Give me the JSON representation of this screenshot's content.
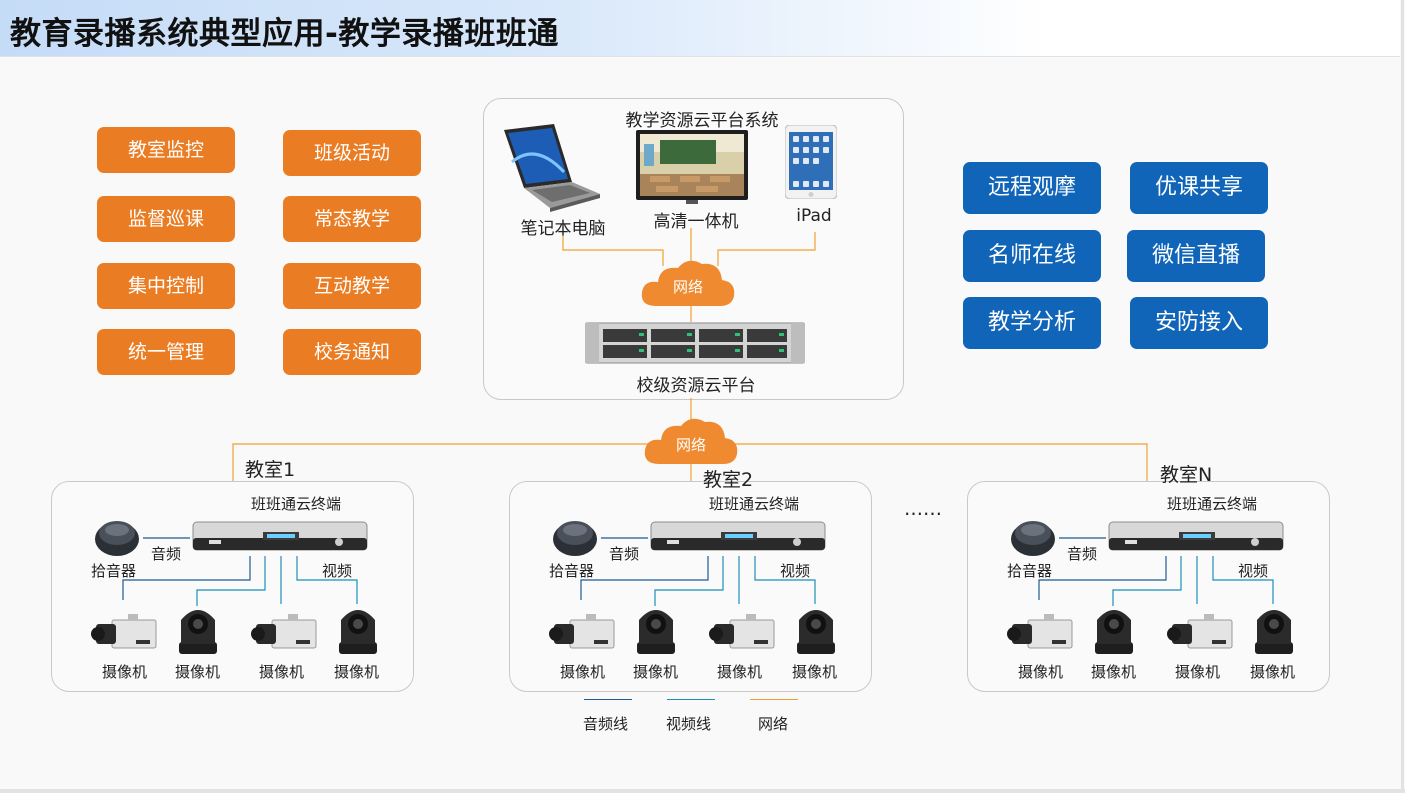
{
  "title": "教育录播系统典型应用-教学录播班班通",
  "left_functions": [
    "教室监控",
    "班级活动",
    "监督巡课",
    "常态教学",
    "集中控制",
    "互动教学",
    "统一管理",
    "校务通知"
  ],
  "right_functions": [
    "远程观摩",
    "优课共享",
    "名师在线",
    "微信直播",
    "教学分析",
    "安防接入"
  ],
  "cloud_platform": {
    "title": "教学资源云平台系统",
    "devices": [
      "笔记本电脑",
      "高清一体机",
      "iPad"
    ],
    "network": "网络",
    "server": "校级资源云平台"
  },
  "network_label": "网络",
  "classrooms": [
    {
      "name": "教室1"
    },
    {
      "name": "教室2"
    },
    {
      "name": "教室N"
    }
  ],
  "classroom_labels": {
    "terminal": "班班通云终端",
    "mic": "拾音器",
    "audio": "音频",
    "video": "视频",
    "camera": "摄像机"
  },
  "ellipsis": "……",
  "legend": [
    {
      "label": "音频线",
      "color": "#1f5b8f"
    },
    {
      "label": "视频线",
      "color": "#1a8fb8"
    },
    {
      "label": "网络",
      "color": "#f0a030"
    }
  ],
  "colors": {
    "orange_button": "#ea7d24",
    "blue_button": "#1065b8",
    "network_line": "#f0a030",
    "cloud": "#f08a30"
  }
}
